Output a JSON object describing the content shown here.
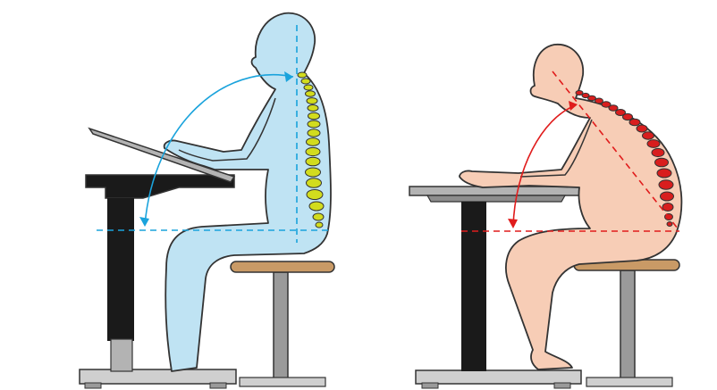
{
  "colors": {
    "good_figure_fill": "#bfe3f3",
    "good_figure_stroke": "#333333",
    "good_spine": "#d2dc1e",
    "good_guide": "#1aa3dc",
    "bad_figure_fill": "#f7cdb6",
    "bad_figure_stroke": "#333333",
    "bad_spine": "#d81e1e",
    "bad_guide": "#e01c1c",
    "desk_black": "#1a1a1a",
    "desk_grey": "#b3b3b3",
    "stool_seat": "#c99a66",
    "stool_post": "#9a9a9a",
    "base_grey": "#cfcfcf"
  },
  "panels": [
    {
      "id": "correct-posture",
      "guide": "good_guide",
      "spine": "good_spine",
      "figure": "good_figure_fill"
    },
    {
      "id": "incorrect-posture",
      "guide": "bad_guide",
      "spine": "bad_spine",
      "figure": "bad_figure_fill"
    }
  ]
}
